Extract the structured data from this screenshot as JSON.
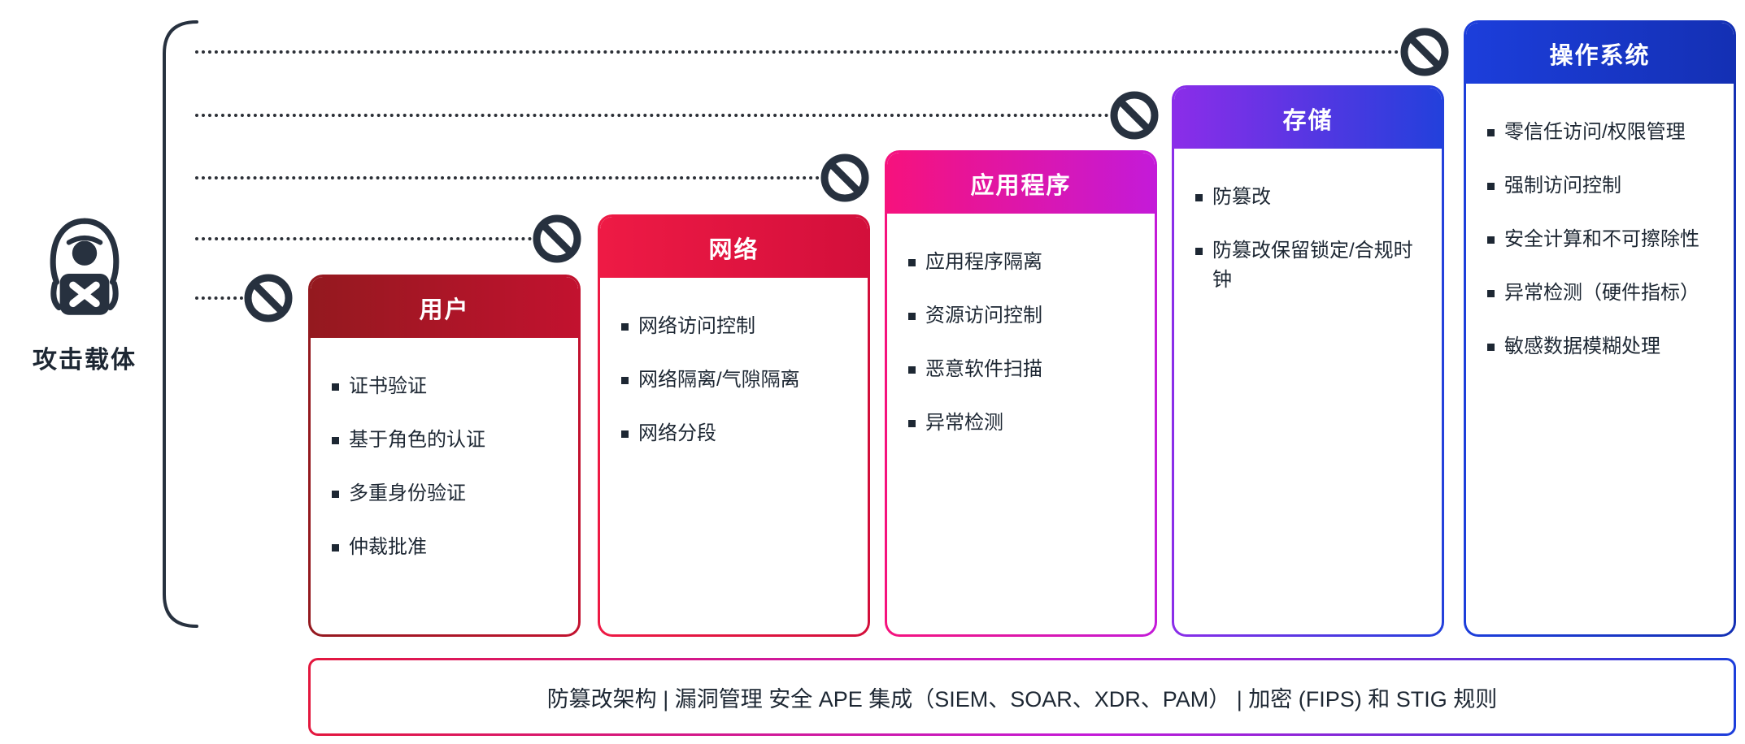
{
  "attack_vector": {
    "label": "攻击载体"
  },
  "colors": {
    "ink": "#1d2733",
    "dotted_line": "#2b2f36",
    "prohibition_icon": "#27313f"
  },
  "layers": [
    {
      "id": "user",
      "title": "用户",
      "gradient": [
        "#94191F",
        "#C2122F"
      ],
      "items": [
        "证书验证",
        "基于角色的认证",
        "多重身份验证",
        "仲裁批准"
      ]
    },
    {
      "id": "network",
      "title": "网络",
      "gradient": [
        "#EE1A45",
        "#D30F3B"
      ],
      "items": [
        "网络访问控制",
        "网络隔离/气隙隔离",
        "网络分段"
      ]
    },
    {
      "id": "application",
      "title": "应用程序",
      "gradient": [
        "#F6127D",
        "#C41AD8"
      ],
      "items": [
        "应用程序隔离",
        "资源访问控制",
        "恶意软件扫描",
        "异常检测"
      ]
    },
    {
      "id": "storage",
      "title": "存储",
      "gradient": [
        "#8B2DE9",
        "#2340DC"
      ],
      "items": [
        "防篡改",
        "防篡改保留锁定/合规时钟"
      ]
    },
    {
      "id": "os",
      "title": "操作系统",
      "gradient": [
        "#1C3EDB",
        "#1430B4"
      ],
      "items": [
        "零信任访问/权限管理",
        "强制访问控制",
        "安全计算和不可擦除性",
        "异常检测（硬件指标）",
        "敏感数据模糊处理"
      ]
    }
  ],
  "footer": {
    "text": "防篡改架构 | 漏洞管理 安全 APE 集成（SIEM、SOAR、XDR、PAM） | 加密 (FIPS) 和 STIG 规则"
  }
}
